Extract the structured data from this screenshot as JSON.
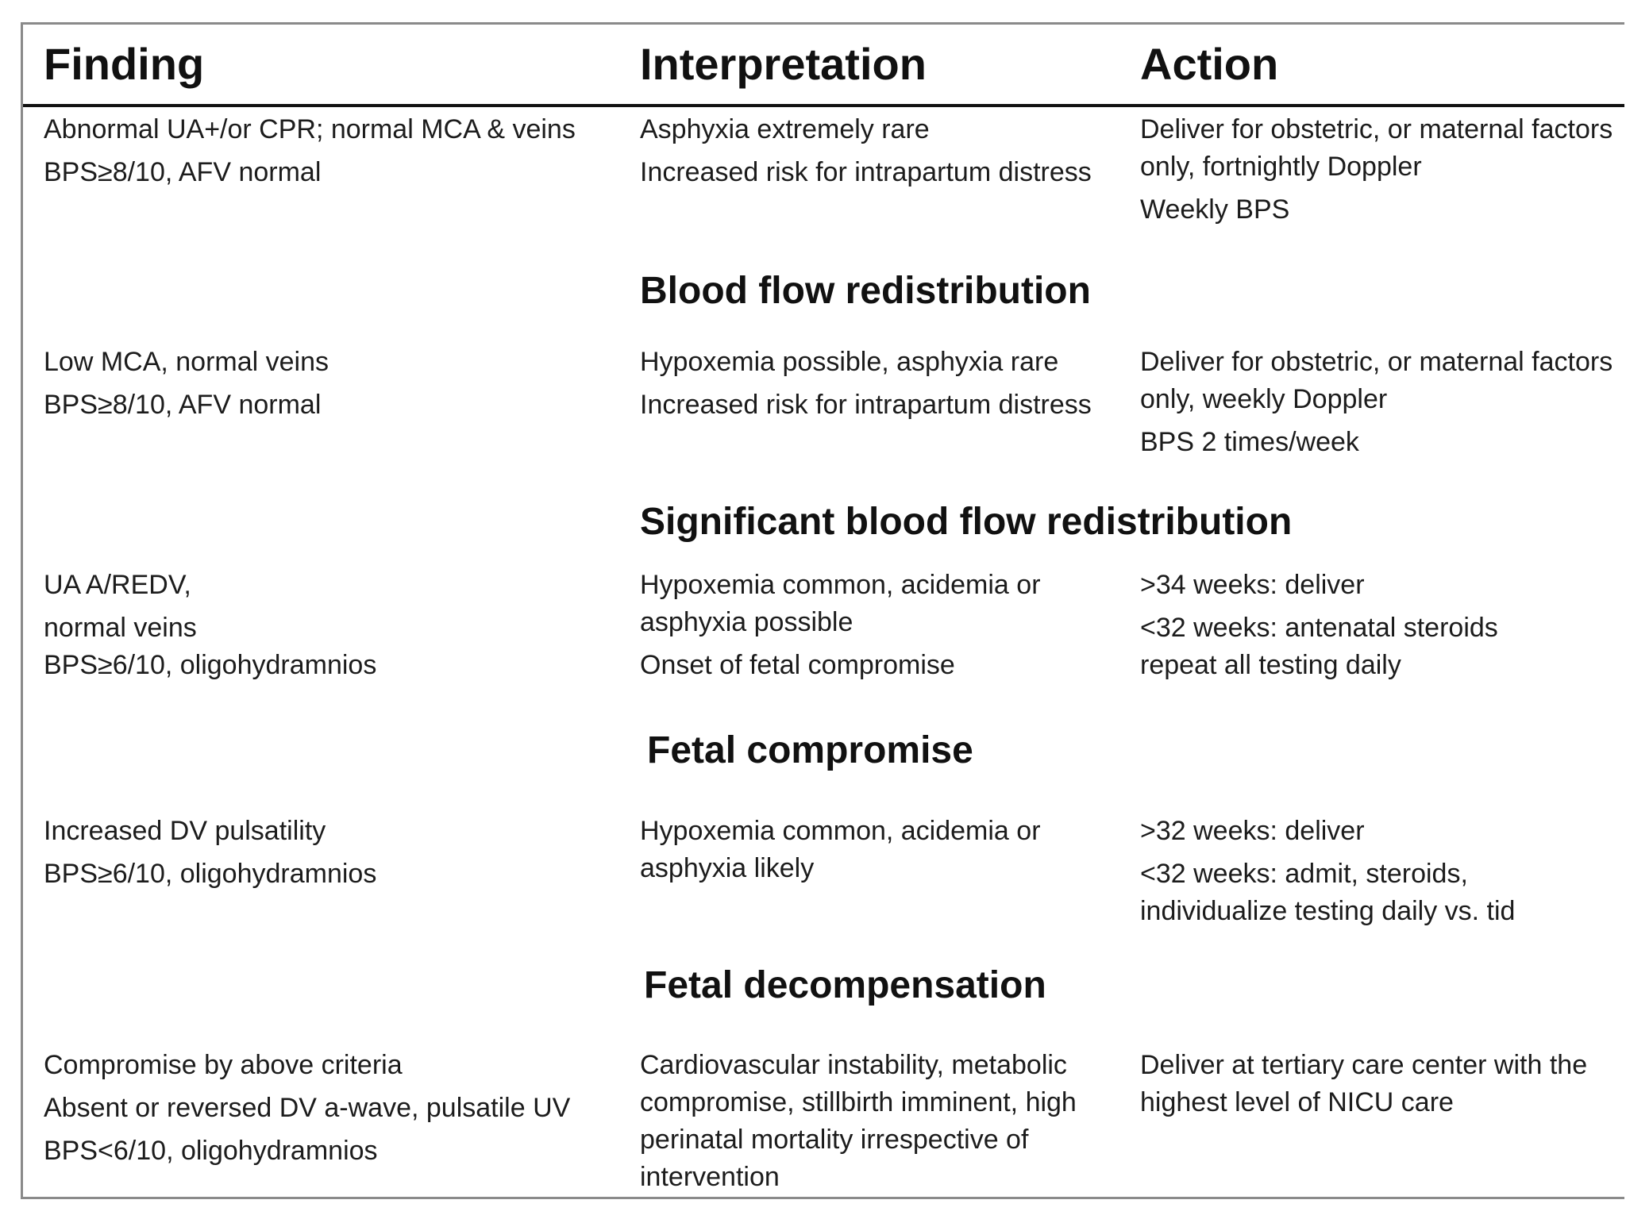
{
  "table": {
    "headers": {
      "finding": "Finding",
      "interpretation": "Interpretation",
      "action": "Action"
    },
    "stages": [
      "Blood flow redistribution",
      "Significant blood flow redistribution",
      "Fetal compromise",
      "Fetal decompensation"
    ],
    "rows": [
      {
        "finding": [
          "Abnormal UA+/or CPR; normal MCA & veins",
          "BPS≥8/10, AFV normal"
        ],
        "interpretation": [
          "Asphyxia extremely rare",
          "Increased risk for intrapartum distress"
        ],
        "action": [
          "Deliver for obstetric, or maternal factors",
          "only, fortnightly Doppler",
          "Weekly BPS"
        ]
      },
      {
        "finding": [
          "Low MCA, normal veins",
          "BPS≥8/10, AFV normal"
        ],
        "interpretation": [
          "Hypoxemia possible, asphyxia rare",
          "Increased  risk for intrapartum distress"
        ],
        "action": [
          "Deliver for obstetric, or maternal factors",
          "only, weekly Doppler",
          "BPS 2 times/week"
        ]
      },
      {
        "finding": [
          "UA A/REDV,",
          "normal veins",
          "BPS≥6/10, oligohydramnios"
        ],
        "interpretation": [
          "Hypoxemia common, acidemia or",
          "asphyxia possible",
          "Onset of fetal compromise"
        ],
        "action": [
          ">34 weeks: deliver",
          "<32 weeks: antenatal steroids",
          "repeat all testing daily"
        ]
      },
      {
        "finding": [
          "Increased DV pulsatility",
          "BPS≥6/10, oligohydramnios"
        ],
        "interpretation": [
          "Hypoxemia common, acidemia or",
          "asphyxia likely"
        ],
        "action": [
          ">32 weeks: deliver",
          "<32 weeks: admit, steroids,",
          "individualize testing daily vs. tid"
        ]
      },
      {
        "finding": [
          "Compromise by above criteria",
          "Absent or reversed DV a-wave, pulsatile UV",
          "BPS<6/10, oligohydramnios"
        ],
        "interpretation": [
          "Cardiovascular instability, metabolic",
          "compromise, stillbirth imminent, high",
          "perinatal mortality irrespective of",
          "intervention"
        ],
        "action": [
          "Deliver at tertiary care center with the",
          "highest level of NICU care"
        ]
      }
    ]
  }
}
